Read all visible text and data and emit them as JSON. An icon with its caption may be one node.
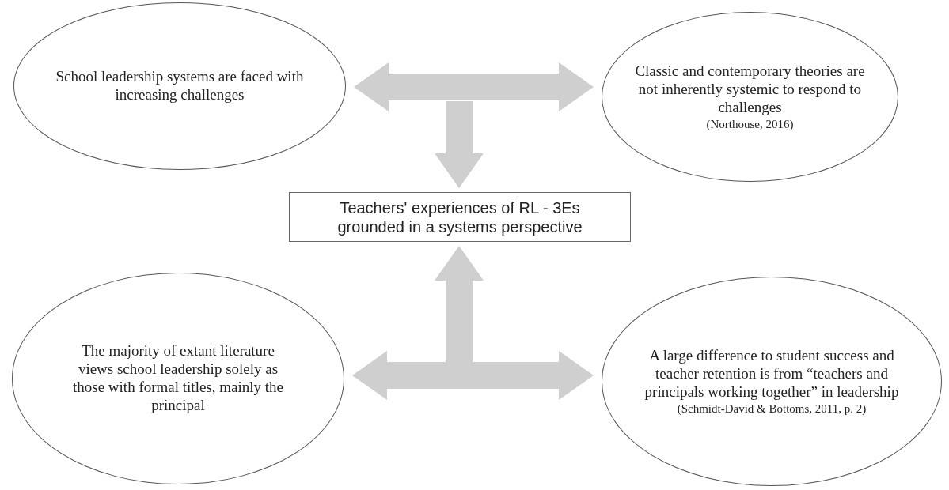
{
  "diagram": {
    "nodes": [
      {
        "text": [
          "School leadership systems are faced with increasing challenges"
        ]
      },
      {
        "text": [
          "Classic and contemporary theories are not inherently systemic to respond to challenges",
          "(Northouse, 2016)"
        ]
      },
      {
        "text": [
          "Teachers' experiences of RL - 3Es grounded in a systems perspective"
        ]
      },
      {
        "text": [
          "The majority of extant literature views school leadership solely as those with formal titles, mainly the principal"
        ]
      },
      {
        "text": [
          "A large difference to student success and teacher retention is from “teachers and principals working together” in leadership",
          "(Schmidt-David & Bottoms, 2011, p. 2)"
        ]
      }
    ],
    "edges": [
      {
        "from": 0,
        "to": 1,
        "arrow": "both"
      },
      {
        "from": null,
        "to": 2,
        "arrow": "to"
      },
      {
        "from": 3,
        "to": 4,
        "arrow": "both"
      },
      {
        "from": null,
        "to": 2,
        "arrow": "to"
      }
    ]
  }
}
